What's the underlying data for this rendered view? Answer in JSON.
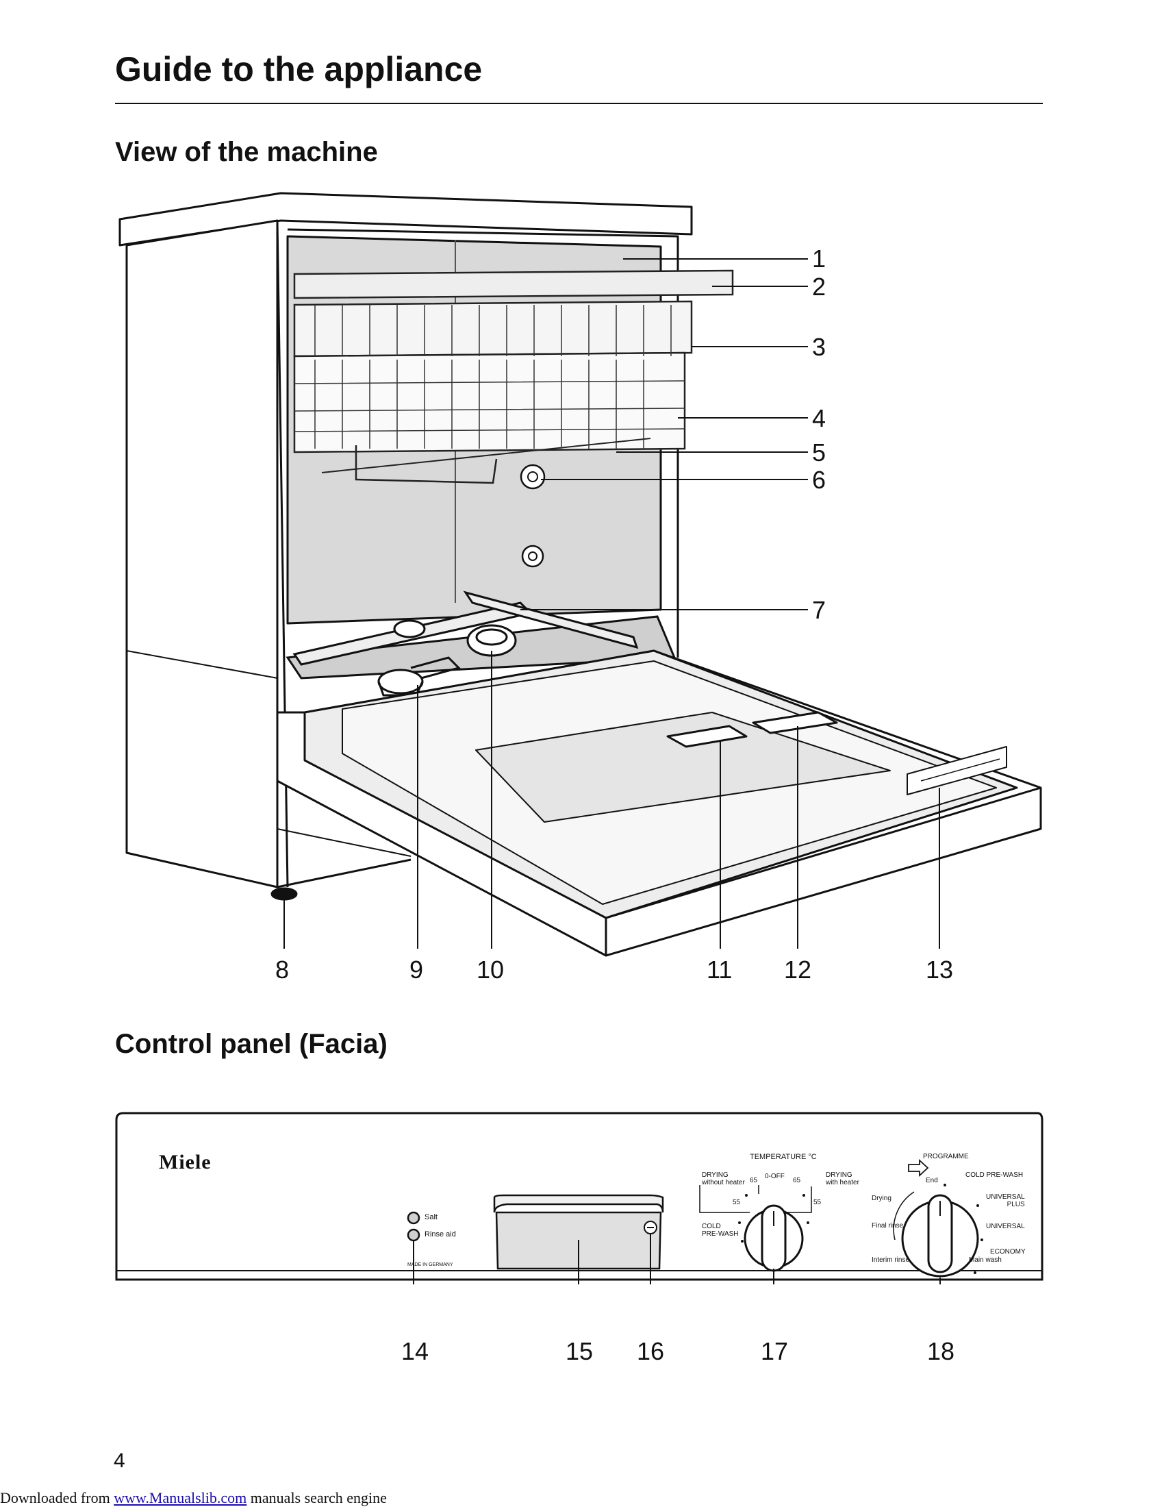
{
  "page": {
    "title": "Guide to the appliance",
    "section_machine": "View of the machine",
    "section_panel": "Control panel (Facia)",
    "page_number": "4"
  },
  "machine_callouts": [
    "1",
    "2",
    "3",
    "4",
    "5",
    "6",
    "7",
    "8",
    "9",
    "10",
    "11",
    "12",
    "13"
  ],
  "panel_callouts": [
    "14",
    "15",
    "16",
    "17",
    "18"
  ],
  "facia": {
    "brand": "Miele",
    "indicator_salt": "Salt",
    "indicator_rinse_aid": "Rinse aid",
    "made_in": "MADE IN GERMANY",
    "temperature": {
      "title": "TEMPERATURE °C",
      "drying_without_heater_1": "DRYING",
      "drying_without_heater_2": "without heater",
      "drying_with_heater_1": "DRYING",
      "drying_with_heater_2": "with heater",
      "off": "0-OFF",
      "t65_left": "65",
      "t55_left": "55",
      "t65_right": "65",
      "t55_right": "55",
      "cold_1": "COLD",
      "cold_2": "PRE-WASH"
    },
    "programme": {
      "title": "PROGRAMME",
      "end": "End",
      "cold_prewash": "COLD PRE-WASH",
      "drying": "Drying",
      "universal_plus_1": "UNIVERSAL",
      "universal_plus_2": "PLUS",
      "final_rinse": "Final rinse",
      "universal": "UNIVERSAL",
      "economy": "ECONOMY",
      "interim_rinse": "Interim rinse",
      "main_wash": "Main wash"
    }
  },
  "footer": {
    "prefix": "Downloaded from ",
    "link": "www.Manualslib.com",
    "suffix": " manuals search engine"
  }
}
